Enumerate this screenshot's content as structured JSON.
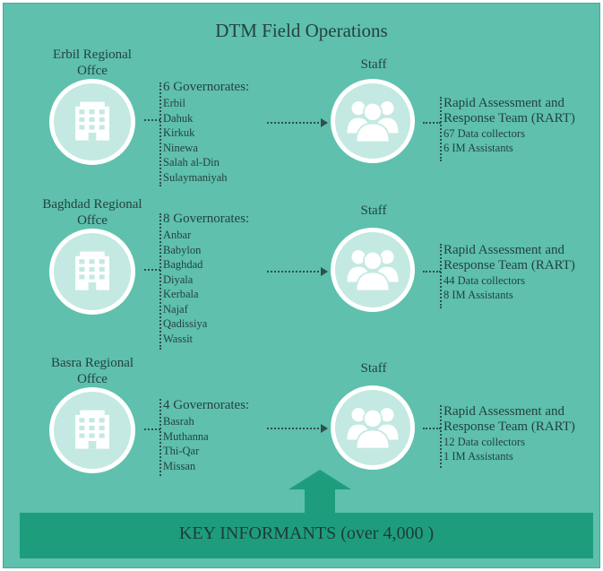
{
  "title": "DTM Field Operations",
  "offices": [
    {
      "name_line1": "Erbil Regional",
      "name_line2": "Offce",
      "governorates_header": "6 Governorates:",
      "governorates": [
        "Erbil",
        "Dahuk",
        "Kirkuk",
        "Ninewa",
        "Salah al-Din",
        "Sulaymaniyah"
      ],
      "staff_label": "Staff",
      "team_line1": "Rapid Assessment and",
      "team_line2": "Response Team (RART)",
      "data_collectors": "67 Data collectors",
      "im_assistants": "6 IM Assistants"
    },
    {
      "name_line1": "Baghdad Regional",
      "name_line2": "Offce",
      "governorates_header": "8 Governorates:",
      "governorates": [
        "Anbar",
        "Babylon",
        "Baghdad",
        "Diyala",
        "Kerbala",
        "Najaf",
        "Qadissiya",
        "Wassit"
      ],
      "staff_label": "Staff",
      "team_line1": "Rapid Assessment and",
      "team_line2": "Response Team (RART)",
      "data_collectors": "44  Data collectors",
      "im_assistants": "8 IM Assistants"
    },
    {
      "name_line1": "Basra Regional",
      "name_line2": "Offce",
      "governorates_header": "4 Governorates:",
      "governorates": [
        "Basrah",
        "Muthanna",
        "Thi-Qar",
        "Missan"
      ],
      "staff_label": "Staff",
      "team_line1": "Rapid Assessment and",
      "team_line2": "Response Team (RART)",
      "data_collectors": "12  Data collectors",
      "im_assistants": "1 IM Assistants"
    }
  ],
  "key_informants": "KEY INFORMANTS (over 4,000 )",
  "colors": {
    "panel": "#5ec0ad",
    "circle": "#c3e9e2",
    "accent": "#1e9d7d",
    "text": "#24423d"
  },
  "icons": {
    "office": "office-building-icon",
    "staff": "staff-group-icon"
  }
}
